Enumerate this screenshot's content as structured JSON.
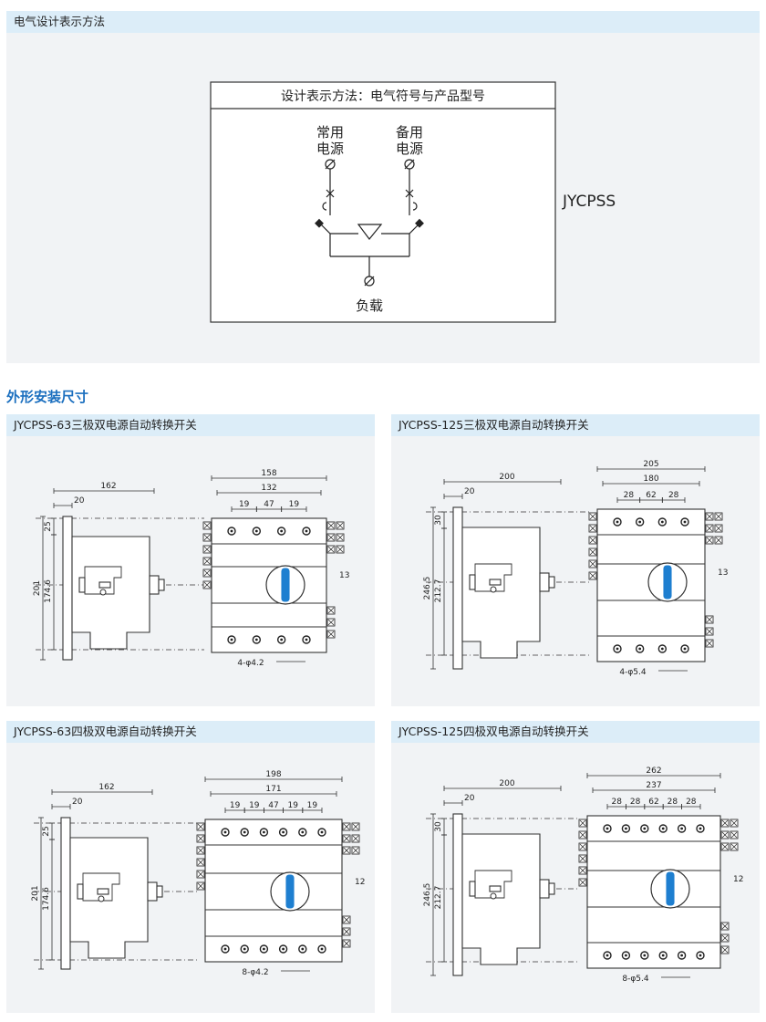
{
  "header": {
    "title": "电气设计表示方法"
  },
  "symbol": {
    "box_title": "设计表示方法：电气符号与产品型号",
    "normal_source_1": "常用",
    "normal_source_2": "电源",
    "backup_source_1": "备用",
    "backup_source_2": "电源",
    "load": "负载",
    "model": "JYCPSS"
  },
  "section_title": "外形安装尺寸",
  "panels": [
    {
      "title": "JYCPSS-63三极双电源自动转换开关",
      "side": {
        "depth": "162",
        "edge": "20",
        "top": "25",
        "height": "201",
        "inner": "174.6"
      },
      "front": {
        "width": "158",
        "inner": "132",
        "spacings": [
          "19",
          "47",
          "19"
        ],
        "right": "13",
        "holes": "4-φ4.2"
      }
    },
    {
      "title": "JYCPSS-125三极双电源自动转换开关",
      "side": {
        "depth": "200",
        "edge": "20",
        "top": "30",
        "height": "246.5",
        "inner": "212.7"
      },
      "front": {
        "width": "205",
        "inner": "180",
        "spacings": [
          "28",
          "62",
          "28"
        ],
        "right": "13",
        "holes": "4-φ5.4"
      }
    },
    {
      "title": "JYCPSS-63四极双电源自动转换开关",
      "side": {
        "depth": "162",
        "edge": "20",
        "top": "25",
        "height": "201",
        "inner": "174.6"
      },
      "front": {
        "width": "198",
        "inner": "171",
        "spacings": [
          "19",
          "19",
          "47",
          "19",
          "19"
        ],
        "right": "12",
        "holes": "8-φ4.2"
      }
    },
    {
      "title": "JYCPSS-125四极双电源自动转换开关",
      "side": {
        "depth": "200",
        "edge": "20",
        "top": "30",
        "height": "246.5",
        "inner": "212.7"
      },
      "front": {
        "width": "262",
        "inner": "237",
        "spacings": [
          "28",
          "28",
          "62",
          "28",
          "28"
        ],
        "right": "12",
        "holes": "8-φ5.4"
      }
    }
  ],
  "colors": {
    "bar": "#dcedf8",
    "panel": "#f1f3f5",
    "section": "#1b6fbf",
    "handle": "#1e7fd0"
  }
}
